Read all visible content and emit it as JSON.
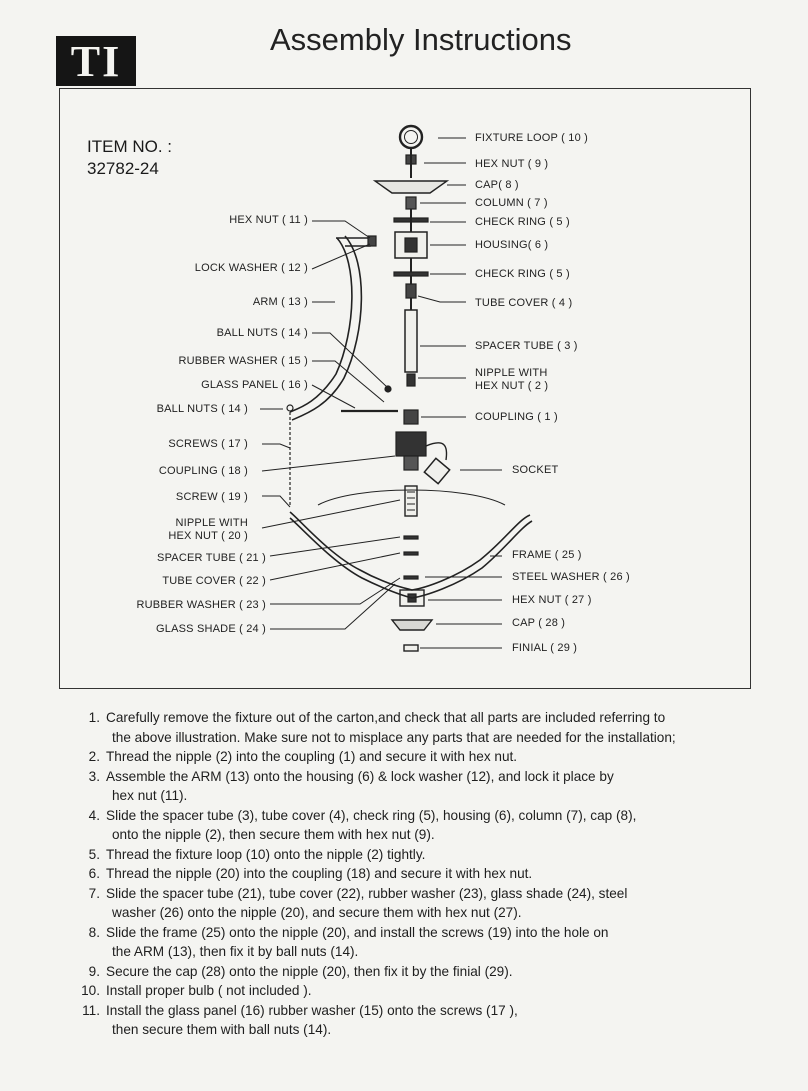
{
  "header": {
    "logo": "TI",
    "title": "Assembly  Instructions"
  },
  "item": {
    "label": "ITEM NO. :",
    "number": "32782-24"
  },
  "parts_right": [
    "FIXTURE LOOP ( 10 )",
    "HEX NUT ( 9 )",
    "CAP( 8 )",
    "COLUMN ( 7 )",
    "CHECK RING ( 5 )",
    "HOUSING( 6 )",
    "CHECK RING ( 5 )",
    "TUBE COVER ( 4 )",
    "SPACER TUBE ( 3 )",
    "NIPPLE  WITH",
    "HEX NUT ( 2 )",
    "COUPLING ( 1 )",
    "SOCKET",
    "FRAME ( 25 )",
    "STEEL WASHER ( 26 )",
    "HEX NUT ( 27 )",
    "CAP ( 28 )",
    "FINIAL ( 29 )"
  ],
  "parts_left": [
    "HEX NUT ( 11 )",
    "LOCK WASHER ( 12 )",
    "ARM ( 13 )",
    "BALL  NUTS ( 14 )",
    "RUBBER WASHER ( 15 )",
    "GLASS PANEL ( 16 )",
    "BALL  NUTS ( 14 )",
    "SCREWS ( 17 )",
    "COUPLING ( 18 )",
    "SCREW ( 19 )",
    "NIPPLE  WITH",
    "HEX NUT ( 20 )",
    "SPACER TUBE ( 21 )",
    "TUBE COVER ( 22 )",
    "RUBBER  WASHER ( 23 )",
    "GLASS SHADE ( 24 )"
  ],
  "steps": [
    {
      "num": "1.",
      "lines": [
        "Carefully remove the fixture out of the carton,and check that all parts are included referring to",
        "the above illustration. Make sure not to misplace any parts that are needed for the installation;"
      ]
    },
    {
      "num": "2.",
      "lines": [
        "Thread the nipple (2) into the coupling (1) and secure it with hex nut."
      ]
    },
    {
      "num": "3.",
      "lines": [
        "Assemble the ARM (13) onto the housing (6) & lock washer (12), and lock it place by",
        "hex nut (11)."
      ]
    },
    {
      "num": "4.",
      "lines": [
        "Slide the spacer tube (3), tube cover (4), check ring (5), housing (6), column (7), cap (8),",
        "onto the nipple (2), then secure them with hex nut (9)."
      ]
    },
    {
      "num": "5.",
      "lines": [
        "Thread the fixture loop (10) onto the nipple (2) tightly."
      ]
    },
    {
      "num": "6.",
      "lines": [
        "Thread the nipple (20) into the coupling (18) and secure it with hex nut."
      ]
    },
    {
      "num": "7.",
      "lines": [
        "Slide the spacer tube (21), tube cover (22), rubber washer (23), glass shade (24), steel",
        "washer (26) onto the nipple (20), and secure them with hex nut  (27)."
      ]
    },
    {
      "num": "8.",
      "lines": [
        "Slide the frame (25) onto the nipple (20), and install the screws (19) into the hole on",
        "the ARM (13), then fix it by ball nuts (14)."
      ]
    },
    {
      "num": "9.",
      "lines": [
        "Secure the cap (28) onto the nipple (20), then fix it by the finial (29)."
      ]
    },
    {
      "num": "10.",
      "lines": [
        "Install proper bulb ( not included )."
      ]
    },
    {
      "num": "11.",
      "lines": [
        "Install the glass panel (16) rubber washer (15) onto the screws (17 ),",
        "then secure them with ball nuts (14)."
      ]
    }
  ]
}
